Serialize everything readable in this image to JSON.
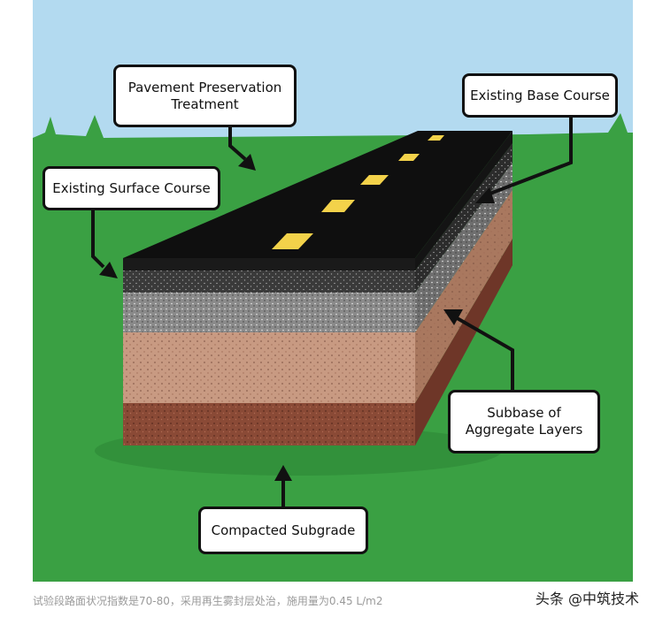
{
  "labels": {
    "pavement_preservation": "Pavement Preservation\nTreatment",
    "existing_surface": "Existing Surface Course",
    "existing_base": "Existing Base Course",
    "subbase": "Subbase of\nAggregate Layers",
    "subgrade": "Compacted Subgrade"
  },
  "caption": "试验段路面状况指数是70-80，采用再生雾封层处治，施用量为0.45 L/m2",
  "watermark": "头条 @中筑技术",
  "colors": {
    "sky": "#b3daf0",
    "grass": "#3aa043",
    "asphalt": "#0f0f0f",
    "surface_course": "#3a3a3a",
    "base_course": "#8a8a8a",
    "subbase": "#c89a82",
    "subgrade": "#8a4a36",
    "lane_marking": "#f3d24a"
  }
}
